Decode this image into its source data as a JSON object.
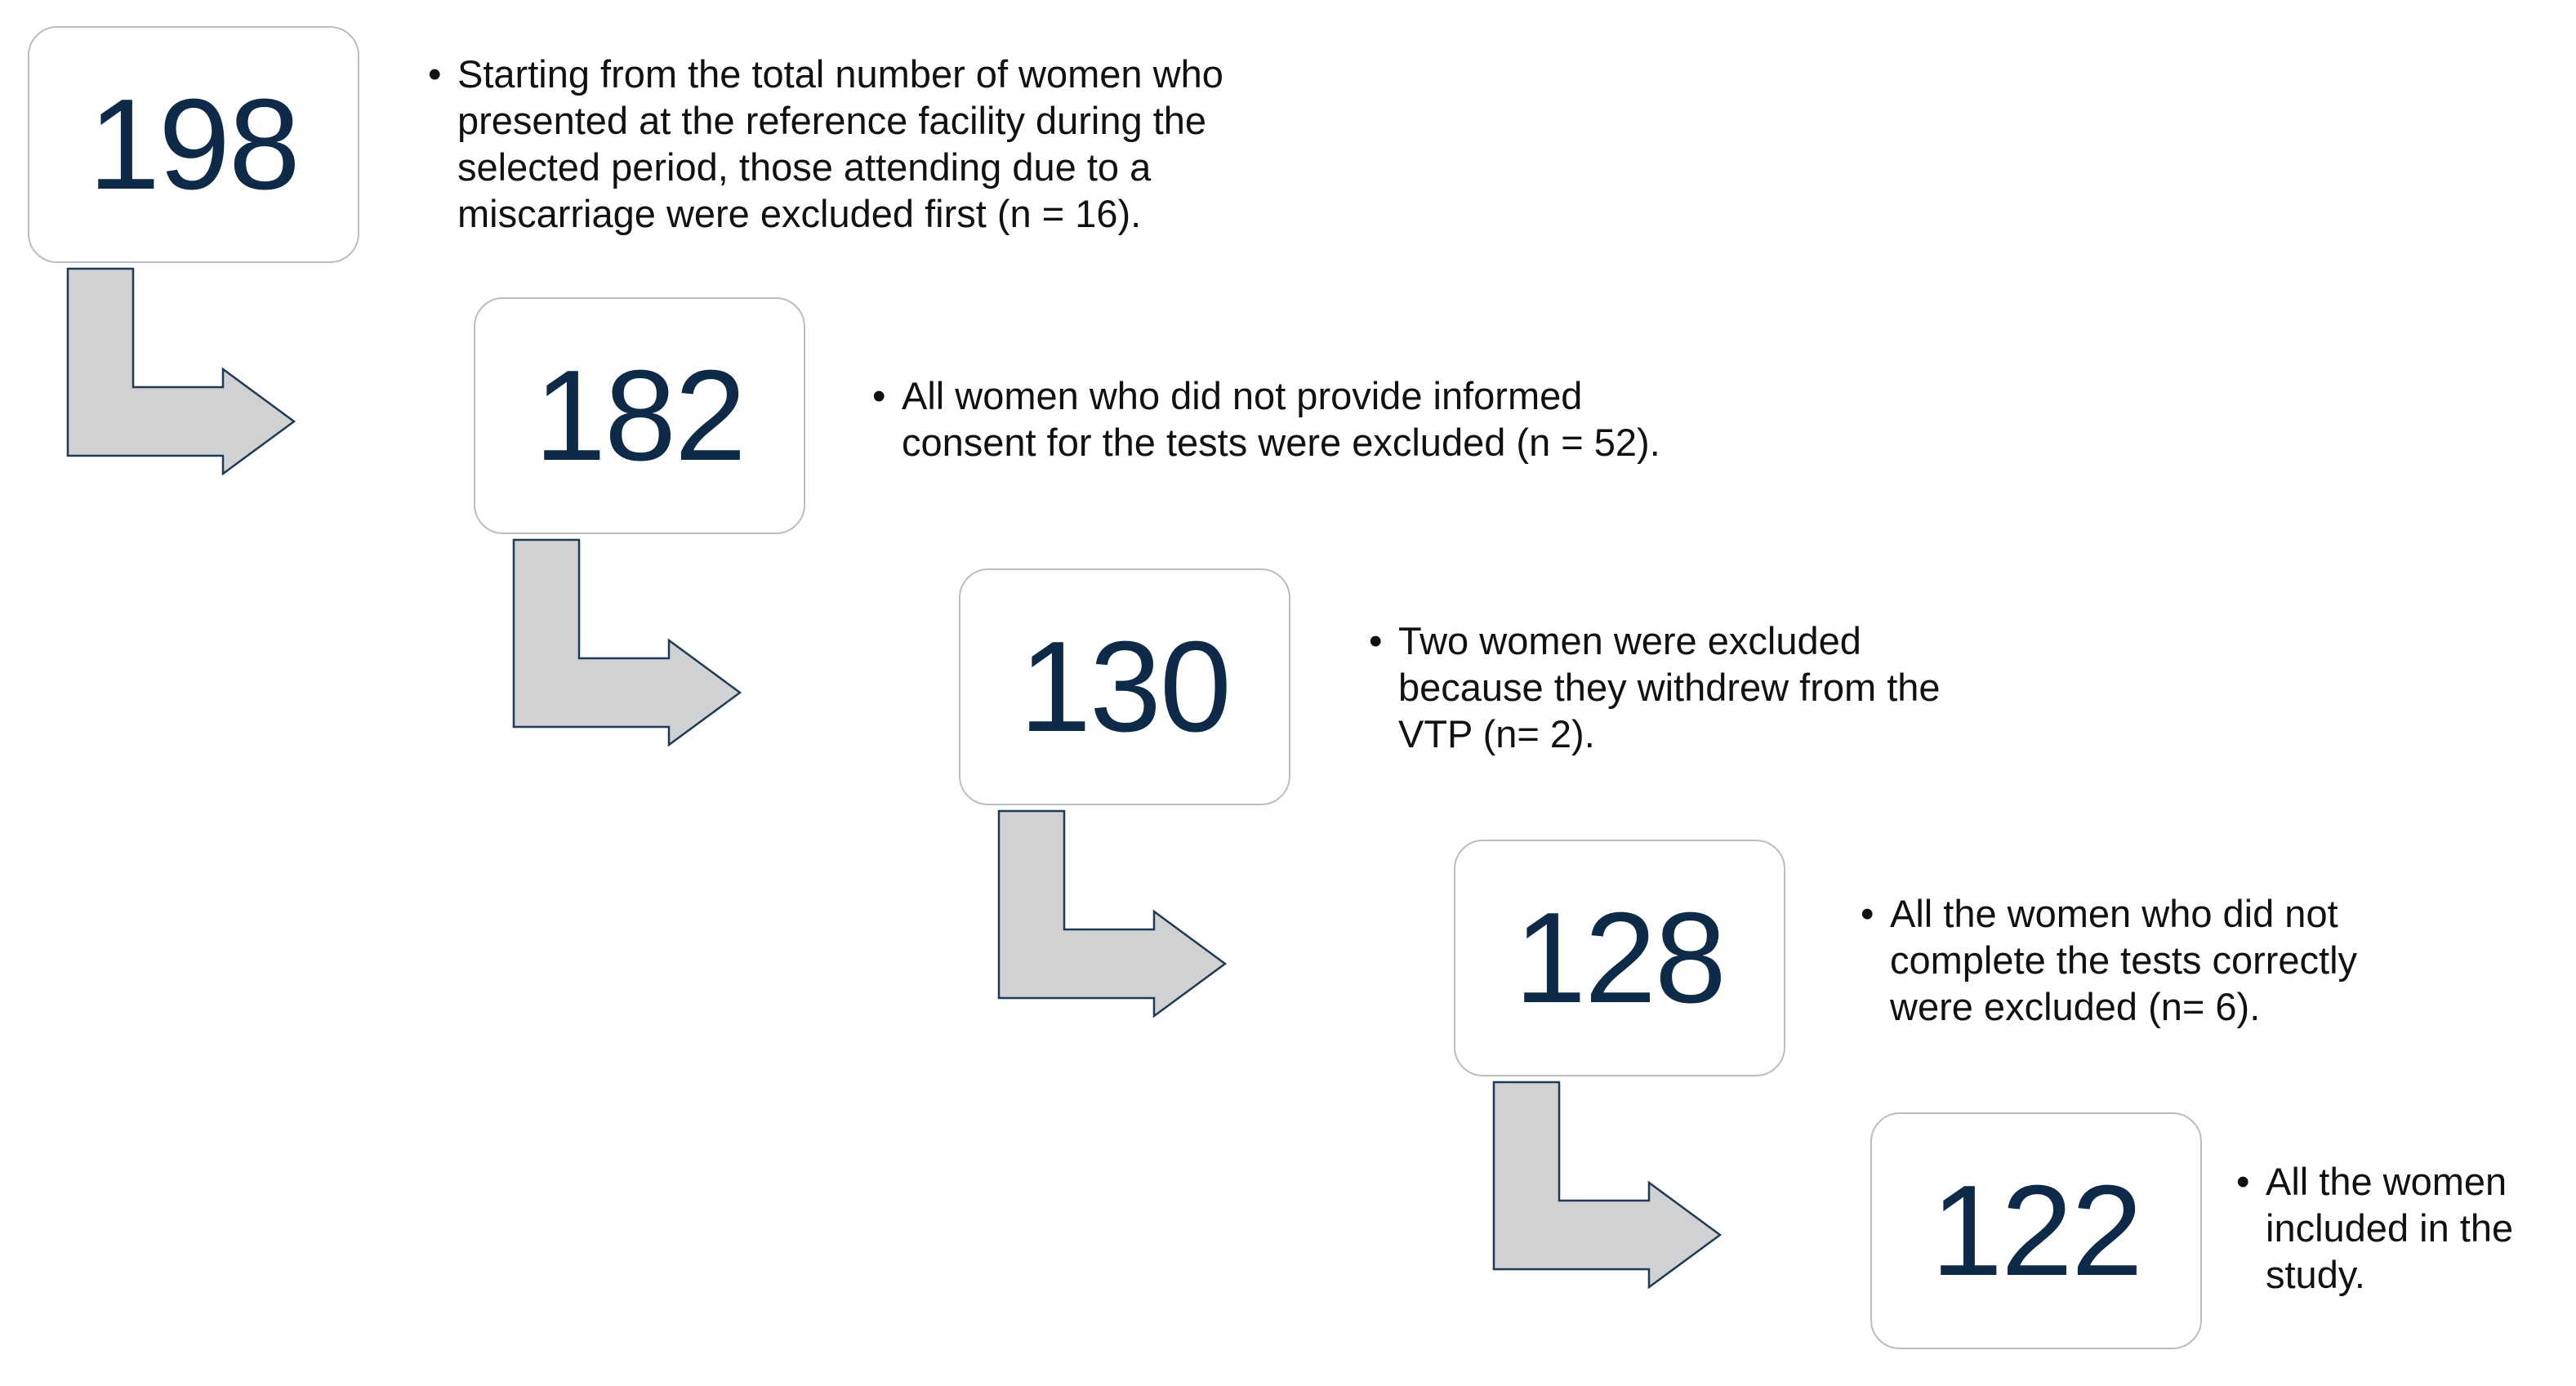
{
  "steps": [
    {
      "count": "198",
      "note": "Starting from the total number of women who\npresented at the reference facility during the\nselected period, those attending due to a\nmiscarriage were excluded first (n = 16)."
    },
    {
      "count": "182",
      "note": "All women who did not provide informed\nconsent for the tests were excluded (n = 52)."
    },
    {
      "count": "130",
      "note": "Two women were excluded\nbecause they withdrew from the\nVTP (n= 2)."
    },
    {
      "count": "128",
      "note": "All the women who did not\ncomplete the tests correctly\nwere excluded (n= 6)."
    },
    {
      "count": "122",
      "note": "All the women\nincluded in the\nstudy."
    }
  ],
  "bullet_char": "•",
  "colors": {
    "count_text": "#0d2b49",
    "arrow_fill": "#d0d1d3",
    "arrow_stroke": "#1f3a57",
    "box_border": "#b8bec4"
  }
}
